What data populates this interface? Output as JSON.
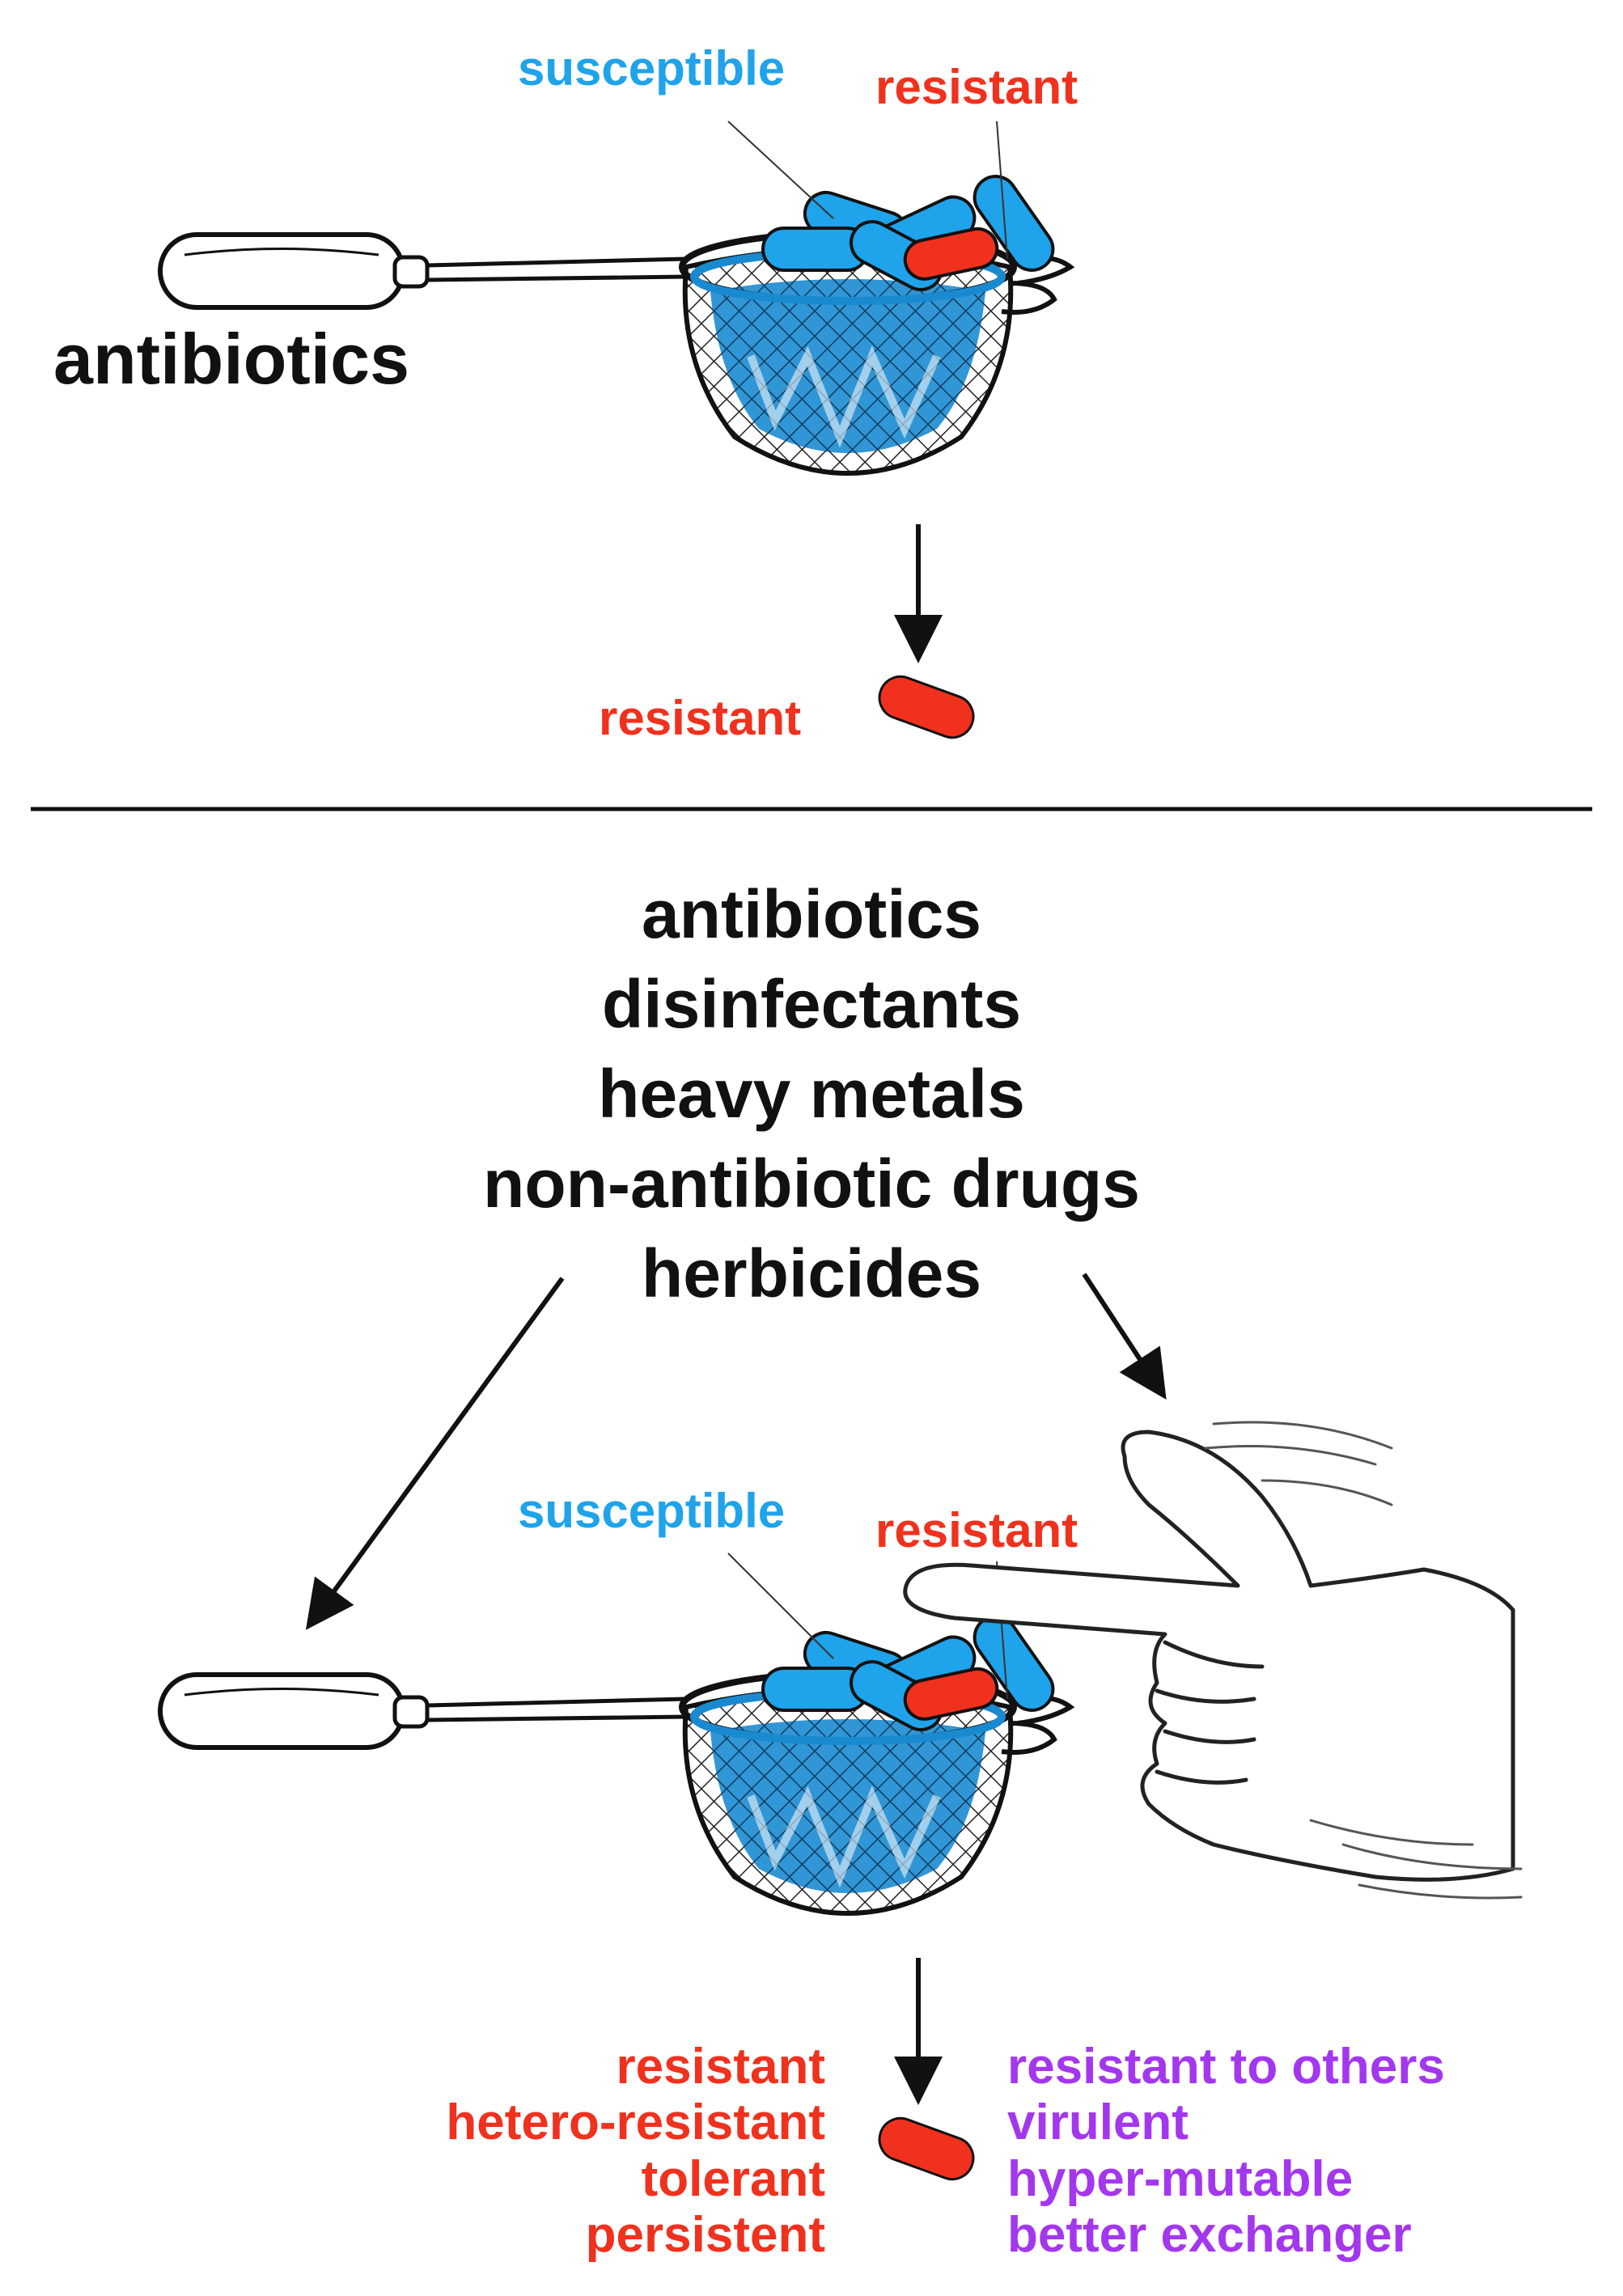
{
  "top_panel": {
    "agent_label": "antibiotics",
    "susceptible_label": "susceptible",
    "resistant_label": "resistant",
    "outcome_label": "resistant"
  },
  "bottom_panel": {
    "agents": [
      "antibiotics",
      "disinfectants",
      "heavy metals",
      "non-antibiotic drugs",
      "herbicides"
    ],
    "susceptible_label": "susceptible",
    "resistant_label": "resistant",
    "outcomes_red": [
      "resistant",
      "hetero-resistant",
      "tolerant",
      "persistent"
    ],
    "outcomes_purple": [
      "resistant to others",
      "virulent",
      "hyper-mutable",
      "better exchanger"
    ]
  },
  "colors": {
    "susceptible": "#1fa3ea",
    "resistant": "#f0311e",
    "side_effects": "#a337ee",
    "text": "#111111"
  },
  "icons": [
    "sieve-icon",
    "hand-icon",
    "bacterium-icon",
    "arrow-icon"
  ]
}
